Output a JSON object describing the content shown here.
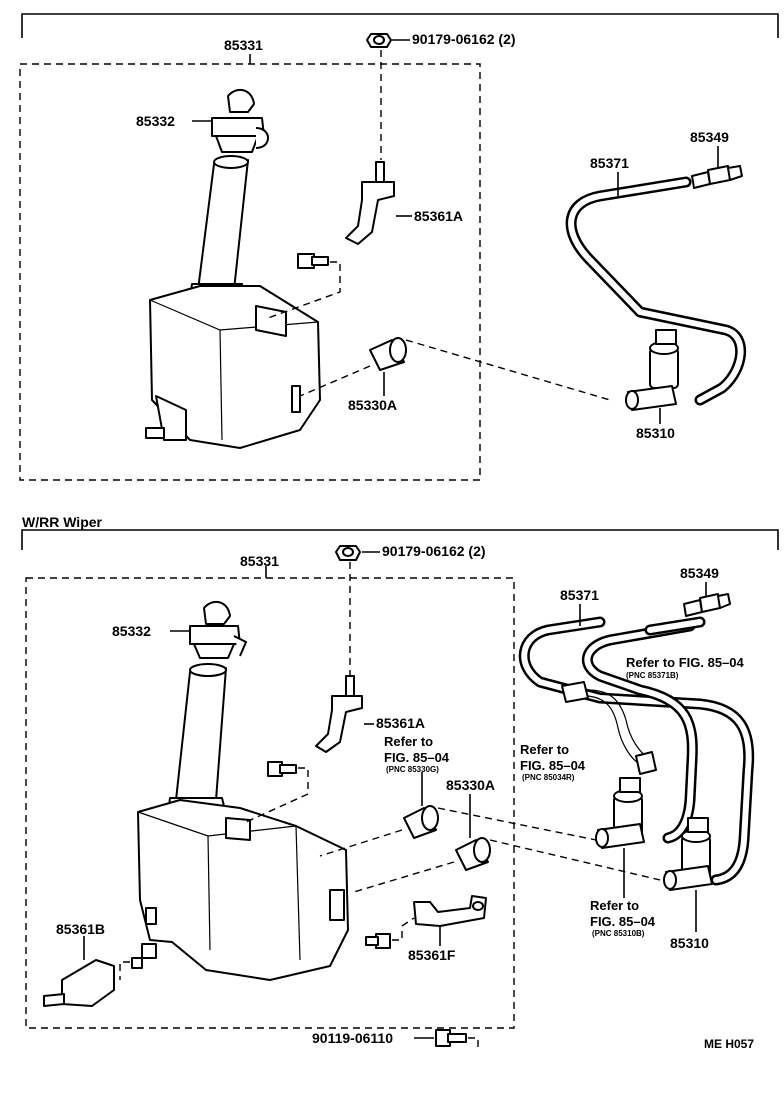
{
  "section_top": {
    "labels": {
      "tank": "85331",
      "cap": "85332",
      "nut": "90179-06162 (2)",
      "bracket": "85361A",
      "grommet": "85330A",
      "hose": "85371",
      "joint": "85349",
      "motor": "85310"
    }
  },
  "section_bottom": {
    "title": "W/RR Wiper",
    "labels": {
      "tank": "85331",
      "cap": "85332",
      "nut": "90179-06162 (2)",
      "bracket_a": "85361A",
      "grommet": "85330A",
      "bracket_b": "85361B",
      "bracket_f": "85361F",
      "bolt": "90119-06110",
      "hose": "85371",
      "joint": "85349",
      "motor": "85310"
    },
    "refs": {
      "grommet_ref_1": "Refer to",
      "grommet_ref_2": "FIG. 85–04",
      "grommet_pnc": "(PNC 85330G)",
      "hose_ref": "Refer to FIG. 85–04",
      "hose_pnc": "(PNC 85371B)",
      "connector_ref_1": "Refer to",
      "connector_ref_2": "FIG. 85–04",
      "connector_pnc": "(PNC 85034R)",
      "motor_ref_1": "Refer to",
      "motor_ref_2": "FIG. 85–04",
      "motor_pnc": "(PNC 85310B)"
    }
  },
  "drawing_code": "ME H057"
}
